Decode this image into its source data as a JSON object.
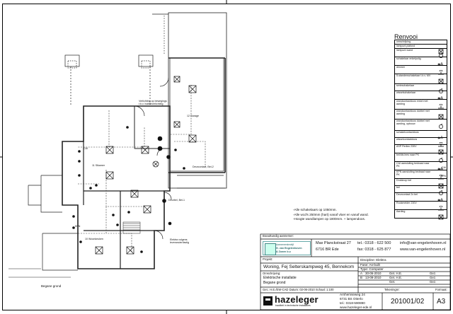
{
  "legend": {
    "title": "Renvooi",
    "header": "omschrijving",
    "rows": [
      {
        "label": "lichtpunt plafond",
        "icon": "lamp-cross-icon"
      },
      {
        "label": "lichtpunt wand",
        "icon": "wall-lamp-icon"
      },
      {
        "label": "schakelaar enkelpolig",
        "icon": "switch-single-icon"
      },
      {
        "label": "dimmer",
        "icon": "dimmer-icon"
      },
      {
        "label": "5-standenschakelaar t.b.v. MV",
        "icon": "five-position-switch-icon"
      },
      {
        "label": "serieschakelaar",
        "icon": "series-switch-icon"
      },
      {
        "label": "wisselschakelaar",
        "icon": "changeover-switch-icon"
      },
      {
        "label": "wandcontactdoos enkel met aarding",
        "icon": "socket-single-icon"
      },
      {
        "label": "wandcontactdoos dubbel met aarding",
        "icon": "socket-double-icon"
      },
      {
        "label": "wandcontactdoos dubbel met aarding, opbouw",
        "icon": "socket-double-surface-icon"
      },
      {
        "label": "schakelcontactdoos",
        "icon": "switched-socket-icon"
      },
      {
        "label": "wisselcontactdoos",
        "icon": "changeover-socket-icon"
      },
      {
        "label": "ASP Perilex 230V",
        "icon": "perilex-socket-icon"
      },
      {
        "label": "bel/dis lees naar PK",
        "icon": "bell-icon"
      },
      {
        "label": "CAI aansluiting bedraad naar PK",
        "icon": "cai-outlet-icon",
        "tag": "CAI"
      },
      {
        "label": "KPN aansluiting bedraad naar PK",
        "icon": "kpn-outlet-icon",
        "tag": "KPN"
      },
      {
        "label": "Drukknop bel",
        "icon": "bell-push-icon"
      },
      {
        "label": "bel",
        "icon": "bell-ring-icon"
      },
      {
        "label": "Deurcontact 2x bel",
        "icon": "door-contact-icon"
      },
      {
        "label": "Rookmelder 230V",
        "icon": "smoke-detector-icon"
      },
      {
        "label": "Aarding",
        "icon": "earth-icon"
      }
    ]
  },
  "drawing": {
    "rooms": [
      "12 Garage",
      "11 Slkamer",
      "10 Woonkeuken",
      "Begane grond"
    ],
    "annotations": [
      "Verlichting op bewegings t.b.v. buitenverlichting",
      "Deurcontact, Bel-2",
      "Deurbel, Bel-1",
      "Elektra volgens leverancier/lastig",
      "CAI",
      "KPN"
    ],
    "notes": [
      "-Alle schakelaars op 1050mm.",
      "-Alle wcd's 250mm (hart) vanaf vloer en vanaf wand.",
      "-Hoogte wandlampen op 1800mm. + lampendoos."
    ]
  },
  "title_block": {
    "advisor_header": "Bouwkundig aannemer:",
    "advisor_address": [
      "Max Planckstraat 27",
      "6716 BR Ede"
    ],
    "advisor_phone": [
      "tel.: 0318 - 622 500",
      "fax: 0318 - 625 877"
    ],
    "advisor_contact": [
      "info@van-engelenhoven.nl",
      "www.van-engelenhoven.nl"
    ],
    "advisor_logo_text": [
      "Aannemersbedrijf",
      "G. van Engelenhoven",
      "& Zonen b.v."
    ],
    "project_label": "Projekt:",
    "project_value": "Woning, Fej Selterskampweg 45, Bennekom",
    "description_label": "Omschrijving:",
    "description_lines": [
      "Elektrische installatie",
      "Begane grond"
    ],
    "drawn_line": "Get.: H.E./EW-CAD    Datum: 02-06-2010    Schaal: 1:100",
    "discipline": "Discipline:  Elektra",
    "phase": "Fase:  As-built",
    "type": "Type:  Computer",
    "revisions": [
      {
        "rev": "A",
        "date": "30-06-2010",
        "drawn": "Get. H.E.",
        "checked": "Gez."
      },
      {
        "rev": "B",
        "date": "13-09-2010",
        "drawn": "Get. H.E.",
        "checked": "Gez."
      },
      {
        "rev": "",
        "date": "",
        "drawn": "Get.",
        "checked": "Gez."
      }
    ],
    "company": "hazeleger",
    "company_tagline": "kwaliteit in technische installaties",
    "company_address": [
      "Arnhemseweg 24",
      "6731 BS Otterlo",
      "tel.: 0318-590890",
      "www.hazeleger-ede.nl"
    ],
    "drawing_no_label": "Tekeningnr:",
    "drawing_no": "201001/02",
    "format_label": "Formaat:",
    "format": "A3"
  }
}
